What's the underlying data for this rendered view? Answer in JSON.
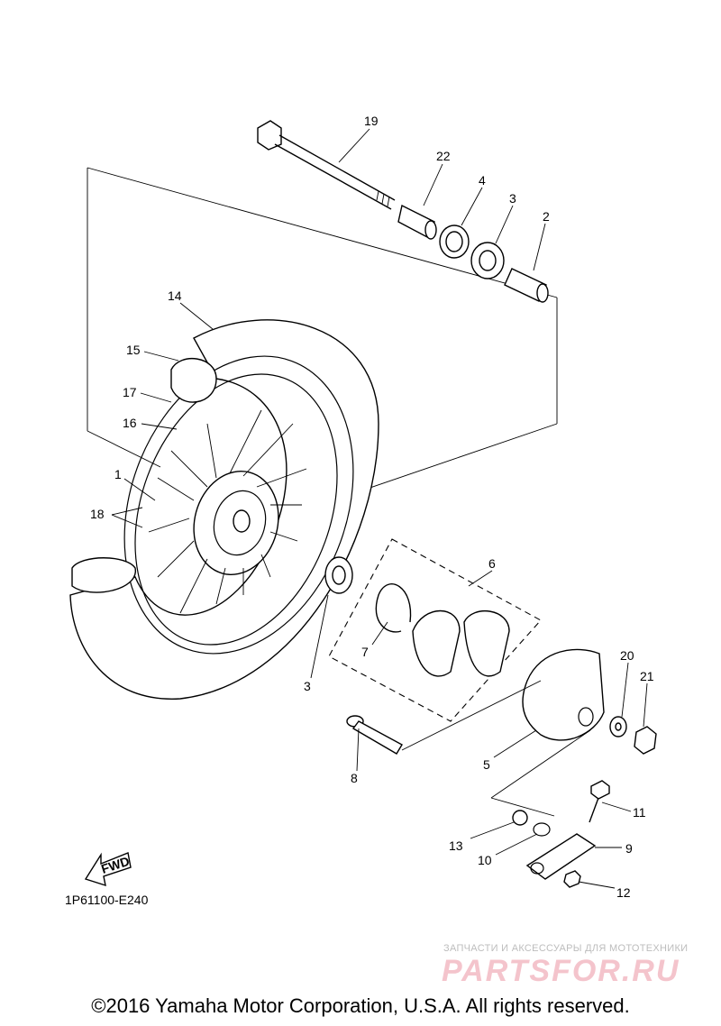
{
  "diagram": {
    "code": "1P61100-E240",
    "fwd_label": "FWD",
    "callouts": [
      {
        "id": "19",
        "text": "19"
      },
      {
        "id": "22",
        "text": "22"
      },
      {
        "id": "4",
        "text": "4"
      },
      {
        "id": "3a",
        "text": "3"
      },
      {
        "id": "2",
        "text": "2"
      },
      {
        "id": "14",
        "text": "14"
      },
      {
        "id": "15",
        "text": "15"
      },
      {
        "id": "17",
        "text": "17"
      },
      {
        "id": "16",
        "text": "16"
      },
      {
        "id": "1",
        "text": "1"
      },
      {
        "id": "18",
        "text": "18"
      },
      {
        "id": "6",
        "text": "6"
      },
      {
        "id": "7",
        "text": "7"
      },
      {
        "id": "3b",
        "text": "3"
      },
      {
        "id": "20",
        "text": "20"
      },
      {
        "id": "21",
        "text": "21"
      },
      {
        "id": "5",
        "text": "5"
      },
      {
        "id": "8",
        "text": "8"
      },
      {
        "id": "11",
        "text": "11"
      },
      {
        "id": "13",
        "text": "13"
      },
      {
        "id": "9",
        "text": "9"
      },
      {
        "id": "10",
        "text": "10"
      },
      {
        "id": "12",
        "text": "12"
      }
    ]
  },
  "watermark": {
    "tagline": "ЗАПЧАСТИ И АКСЕССУАРЫ ДЛЯ МОТОТЕХНИКИ",
    "logo": "PARTSFOR.RU"
  },
  "footer": {
    "copyright": "©2016 Yamaha Motor Corporation, U.S.A. All rights reserved."
  },
  "colors": {
    "line": "#000000",
    "background": "#ffffff",
    "watermark_logo": "#f4c4cc",
    "watermark_text": "#bdbdbd"
  }
}
